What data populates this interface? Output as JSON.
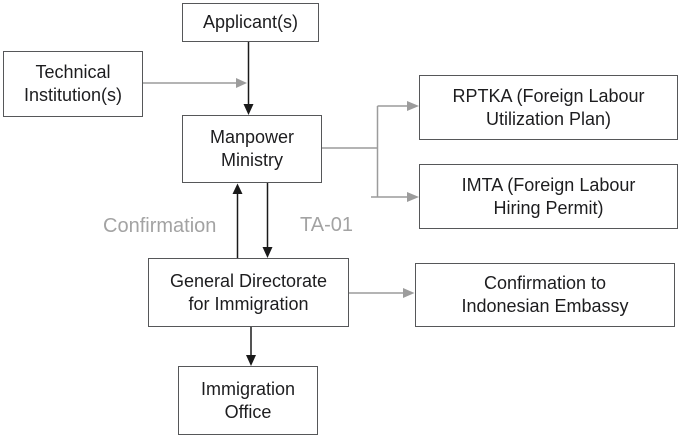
{
  "diagram": {
    "type": "flowchart",
    "description": "Foreign labour permit application flow through Indonesian institutions"
  },
  "nodes": {
    "applicants": {
      "label": "Applicant(s)",
      "lines": [
        "Applicant(s)"
      ]
    },
    "technical": {
      "label": "Technical Institution(s)",
      "lines": [
        "Technical",
        "Institution(s)"
      ]
    },
    "manpower": {
      "label": "Manpower Ministry",
      "lines": [
        "Manpower",
        "Ministry"
      ]
    },
    "rptka": {
      "label": "RPTKA (Foreign Labour Utilization Plan)",
      "lines": [
        "RPTKA (Foreign Labour",
        "Utilization Plan)"
      ]
    },
    "imta": {
      "label": "IMTA (Foreign Labour Hiring Permit)",
      "lines": [
        "IMTA (Foreign Labour",
        "Hiring Permit)"
      ]
    },
    "general_directorate": {
      "label": "General Directorate for Immigration",
      "lines": [
        "General Directorate",
        "for Immigration"
      ]
    },
    "embassy": {
      "label": "Confirmation to Indonesian Embassy",
      "lines": [
        "Confirmation to",
        "Indonesian Embassy"
      ]
    },
    "immigration": {
      "label": "Immigration Office",
      "lines": [
        "Immigration",
        "Office"
      ]
    }
  },
  "edge_labels": {
    "confirmation": "Confirmation",
    "ta01": "TA-01"
  },
  "edges": [
    {
      "from": "applicants",
      "to": "manpower",
      "style": "black-arrow"
    },
    {
      "from": "technical",
      "to": "applicants-manpower-line",
      "style": "gray-arrow"
    },
    {
      "from": "manpower",
      "to": "rptka",
      "style": "gray-arrow"
    },
    {
      "from": "manpower",
      "to": "imta",
      "style": "gray-arrow"
    },
    {
      "from": "manpower",
      "to": "general_directorate",
      "style": "black-arrow",
      "label": "TA-01"
    },
    {
      "from": "general_directorate",
      "to": "manpower",
      "style": "black-arrow",
      "label": "Confirmation"
    },
    {
      "from": "general_directorate",
      "to": "embassy",
      "style": "gray-arrow"
    },
    {
      "from": "general_directorate",
      "to": "immigration",
      "style": "black-arrow"
    }
  ],
  "colors": {
    "background": "#ffffff",
    "box_border": "#565759",
    "box_text": "#1d1d1f",
    "black_arrow": "#1a1a1a",
    "gray_arrow": "#9c9c9c",
    "gray_label": "#a3a3a3"
  }
}
